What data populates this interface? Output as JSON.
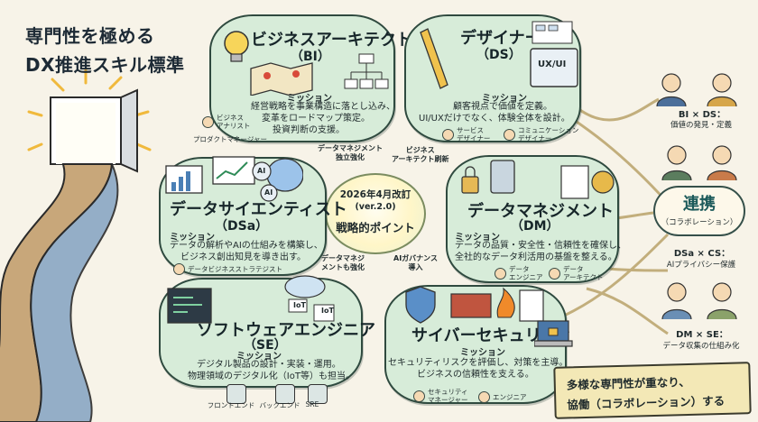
{
  "title": {
    "line1": "専門性を極める",
    "line2": "DX推進スキル標準"
  },
  "center": {
    "line1": "2026年4月改訂",
    "line2": "(ver.2.0)",
    "line3": "戦略的ポイント"
  },
  "notes": {
    "dm_independence": "データマネジメント\n独立強化",
    "ba_renewal": "ビジネス\nアーキテクト刷新",
    "dm_strengthen": "データマネジ\nメントも強化",
    "ai_governance": "AIガバナンス\n導入"
  },
  "roles": {
    "bi": {
      "title": "ビジネスアーキテクト",
      "abbr": "（BI）",
      "mission_label": "ミッション",
      "mission_lines": [
        "経営戦略を事業構造に落とし込み、",
        "変革をロードマップ策定。",
        "投資判断の支援。"
      ],
      "people": [
        {
          "label": "ビジネス\nアナリスト"
        },
        {
          "label": "プロダクトマネージャー"
        }
      ]
    },
    "ds": {
      "title": "デザイナー",
      "abbr": "（DS）",
      "mission_label": "ミッション",
      "mission_lines": [
        "顧客視点で価値を定義。",
        "UI/UXだけでなく、体験全体を設計。"
      ],
      "people": [
        {
          "label": "サービス\nデザイナー"
        },
        {
          "label": "コミュニケーション\nデザイナー"
        }
      ],
      "screen_label": "UX/UI"
    },
    "dsa": {
      "title": "データサイエンティスト",
      "abbr": "（DSa）",
      "mission_label": "ミッション",
      "mission_lines": [
        "データの解析やAIの仕組みを構築し、",
        "ビジネス創出知見を導き出す。"
      ],
      "people": [
        {
          "label": "データビジネスストラテジスト"
        }
      ],
      "ai_labels": [
        "AI",
        "AI"
      ]
    },
    "dm": {
      "title": "データマネジメント",
      "abbr": "（DM）",
      "mission_label": "ミッション",
      "mission_lines": [
        "データの品質・安全性・信頼性を確保し、",
        "全社的なデータ利活用の基盤を整える。"
      ],
      "people": [
        {
          "label": "データ\nエンジニア"
        },
        {
          "label": "データ\nアーキテクト"
        }
      ]
    },
    "se": {
      "title": "ソフトウェアエンジニア",
      "abbr": "（SE）",
      "mission_label": "ミッション",
      "mission_lines": [
        "デジタル製品の設計・実装・運用。",
        "物理領域のデジタル化（IoT等）も担当。"
      ],
      "tools": [
        {
          "label": "フロントエンド"
        },
        {
          "label": "バックエンド"
        },
        {
          "label": "SRE"
        }
      ],
      "iot_labels": [
        "IoT",
        "IoT"
      ]
    },
    "cs": {
      "title": "サイバーセキュリティ",
      "mission_label": "ミッション",
      "mission_lines": [
        "セキュリティリスクを評価し、対策を主導。",
        "ビジネスの信頼性を支える。"
      ],
      "people": [
        {
          "label": "セキュリティ\nマネージャー"
        },
        {
          "label": "エンジニア"
        }
      ]
    }
  },
  "collab": {
    "pairs": [
      {
        "label": "BI × DS：",
        "sub": "価値の発見・定義"
      },
      {
        "label": "DSa × CS：",
        "sub": "AIプライバシー保護"
      },
      {
        "label": "DM × SE：",
        "sub": "データ収集の仕組み化"
      }
    ],
    "center_title": "連携",
    "center_sub": "（コラボレーション）"
  },
  "banner": {
    "line1": "多様な専門性が重なり、",
    "line2": "協働（コラボレーション）する"
  },
  "colors": {
    "card": "#d7ecd9",
    "background": "#f7f3e8",
    "banner": "#f3e8b6",
    "ink": "#1f2a2c"
  }
}
